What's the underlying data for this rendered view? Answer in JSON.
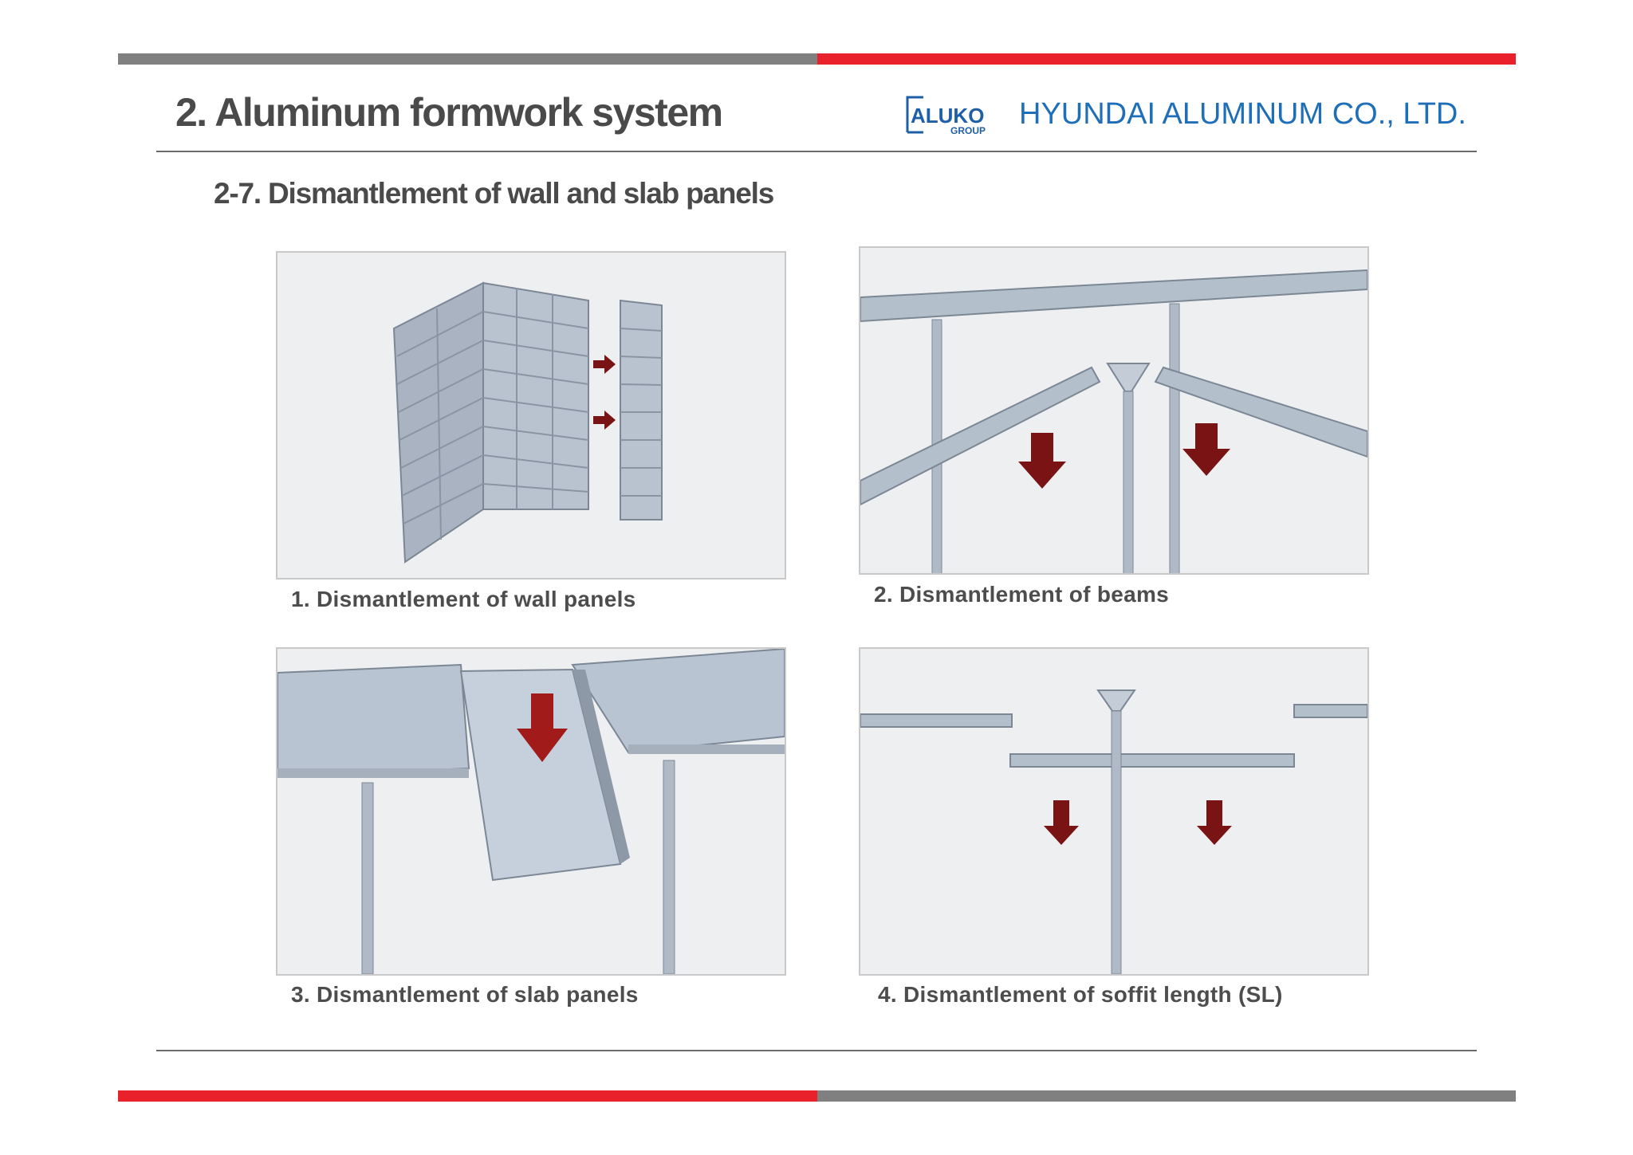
{
  "header": {
    "title": "2. Aluminum formwork system",
    "company": "HYUNDAI ALUMINUM CO., LTD.",
    "logo": {
      "mark": "ALUKO",
      "sub": "GROUP"
    }
  },
  "section": {
    "title": "2-7. Dismantlement of wall and slab panels"
  },
  "figures": [
    {
      "caption": "1. Dismantlement of wall panels"
    },
    {
      "caption": "2. Dismantlement of beams"
    },
    {
      "caption": "3. Dismantlement of slab panels"
    },
    {
      "caption": "4. Dismantlement of soffit length (SL)"
    }
  ],
  "colors": {
    "accent_red": "#e8212b",
    "accent_grey": "#808080",
    "brand_blue": "#1f6fb8",
    "arrow": "#7a1414"
  }
}
